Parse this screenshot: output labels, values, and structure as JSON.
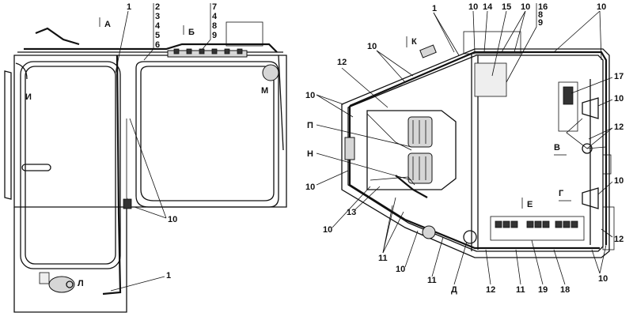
{
  "view_labels": {
    "A": "А",
    "B": "Б",
    "I": "И",
    "M": "М",
    "L": "Л",
    "K": "К",
    "P": "П",
    "N": "Н",
    "V": "В",
    "G": "Г",
    "E": "Е",
    "D": "Д"
  },
  "callouts_left": {
    "c1_top": "1",
    "c2_stack": [
      "2",
      "3",
      "4",
      "5",
      "6"
    ],
    "c7_stack": [
      "7",
      "4",
      "8",
      "9"
    ],
    "c10_bottom": "10",
    "c1_bottom": "1"
  },
  "callouts_right": {
    "c1": "1",
    "c10_a": "10",
    "c14": "14",
    "c15": "15",
    "c10_b": "10",
    "c16_stack": [
      "16",
      "8",
      "9"
    ],
    "c10_c": "10",
    "c12_top": "12",
    "c10_d": "10",
    "c10_e": "10",
    "c17": "17",
    "c10_f": "10",
    "c12_mid": "12",
    "c10_g": "10",
    "c10_h": "10",
    "c12_right": "12",
    "c10_i": "10",
    "c13": "13",
    "c11_a": "11",
    "c10_j": "10",
    "c11_b": "11",
    "c12_bottom": "12",
    "c11_c": "11",
    "c19": "19",
    "c18": "18",
    "c10_k": "10"
  },
  "colors": {
    "line": "#111111",
    "fill_gray": "#d6d6d6",
    "background": "#ffffff"
  }
}
